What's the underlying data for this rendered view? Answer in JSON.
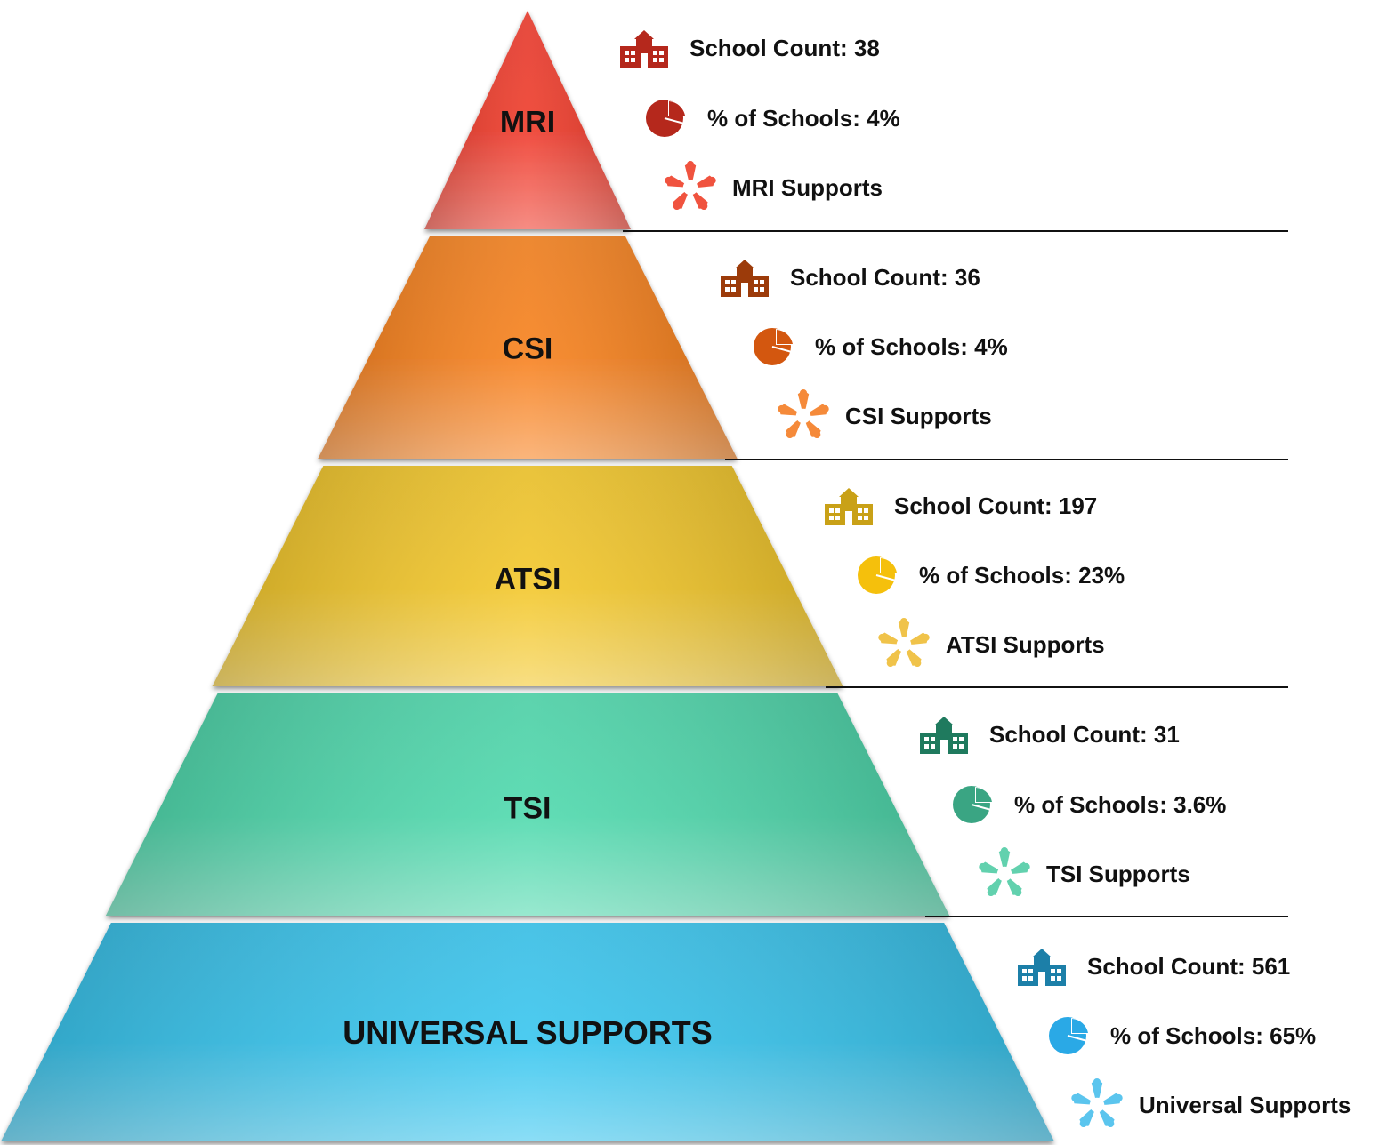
{
  "tiers": [
    {
      "id": "mri",
      "label": "MRI",
      "school_count": "School Count: 38",
      "percent": "% of Schools: 4%",
      "supports": "MRI Supports",
      "color": "#ef3b2c",
      "icon_color": "#b5281c",
      "support_icon_color": "#f0533f"
    },
    {
      "id": "csi",
      "label": "CSI",
      "school_count": "School Count: 36",
      "percent": "% of Schools: 4%",
      "supports": "CSI Supports",
      "color": "#f7811f",
      "icon_color": "#9c3b0a",
      "pie_color": "#d3570f",
      "support_icon_color": "#f58a3a"
    },
    {
      "id": "atsi",
      "label": "ATSI",
      "school_count": "School Count: 197",
      "percent": "% of Schools: 23%",
      "supports": "ATSI Supports",
      "color": "#f3c72a",
      "icon_color": "#c9a117",
      "pie_color": "#f5c00c",
      "support_icon_color": "#f0c34a"
    },
    {
      "id": "tsi",
      "label": "TSI",
      "school_count": "School Count: 31",
      "percent": "% of Schools: 3.6%",
      "supports": "TSI Supports",
      "color": "#4fd9ad",
      "icon_color": "#1f7a5e",
      "pie_color": "#3aa583",
      "support_icon_color": "#62d1ae"
    },
    {
      "id": "universal",
      "label": "UNIVERSAL SUPPORTS",
      "school_count": "School Count: 561",
      "percent": "% of Schools: 65%",
      "supports": "Universal Supports",
      "color": "#39c6ef",
      "icon_color": "#1c7fa8",
      "pie_color": "#2aa9e6",
      "support_icon_color": "#5bc5ee"
    }
  ],
  "icons": {
    "school": "school-building-icon",
    "pie": "pie-chart-icon",
    "supports": "hands-circle-icon"
  }
}
